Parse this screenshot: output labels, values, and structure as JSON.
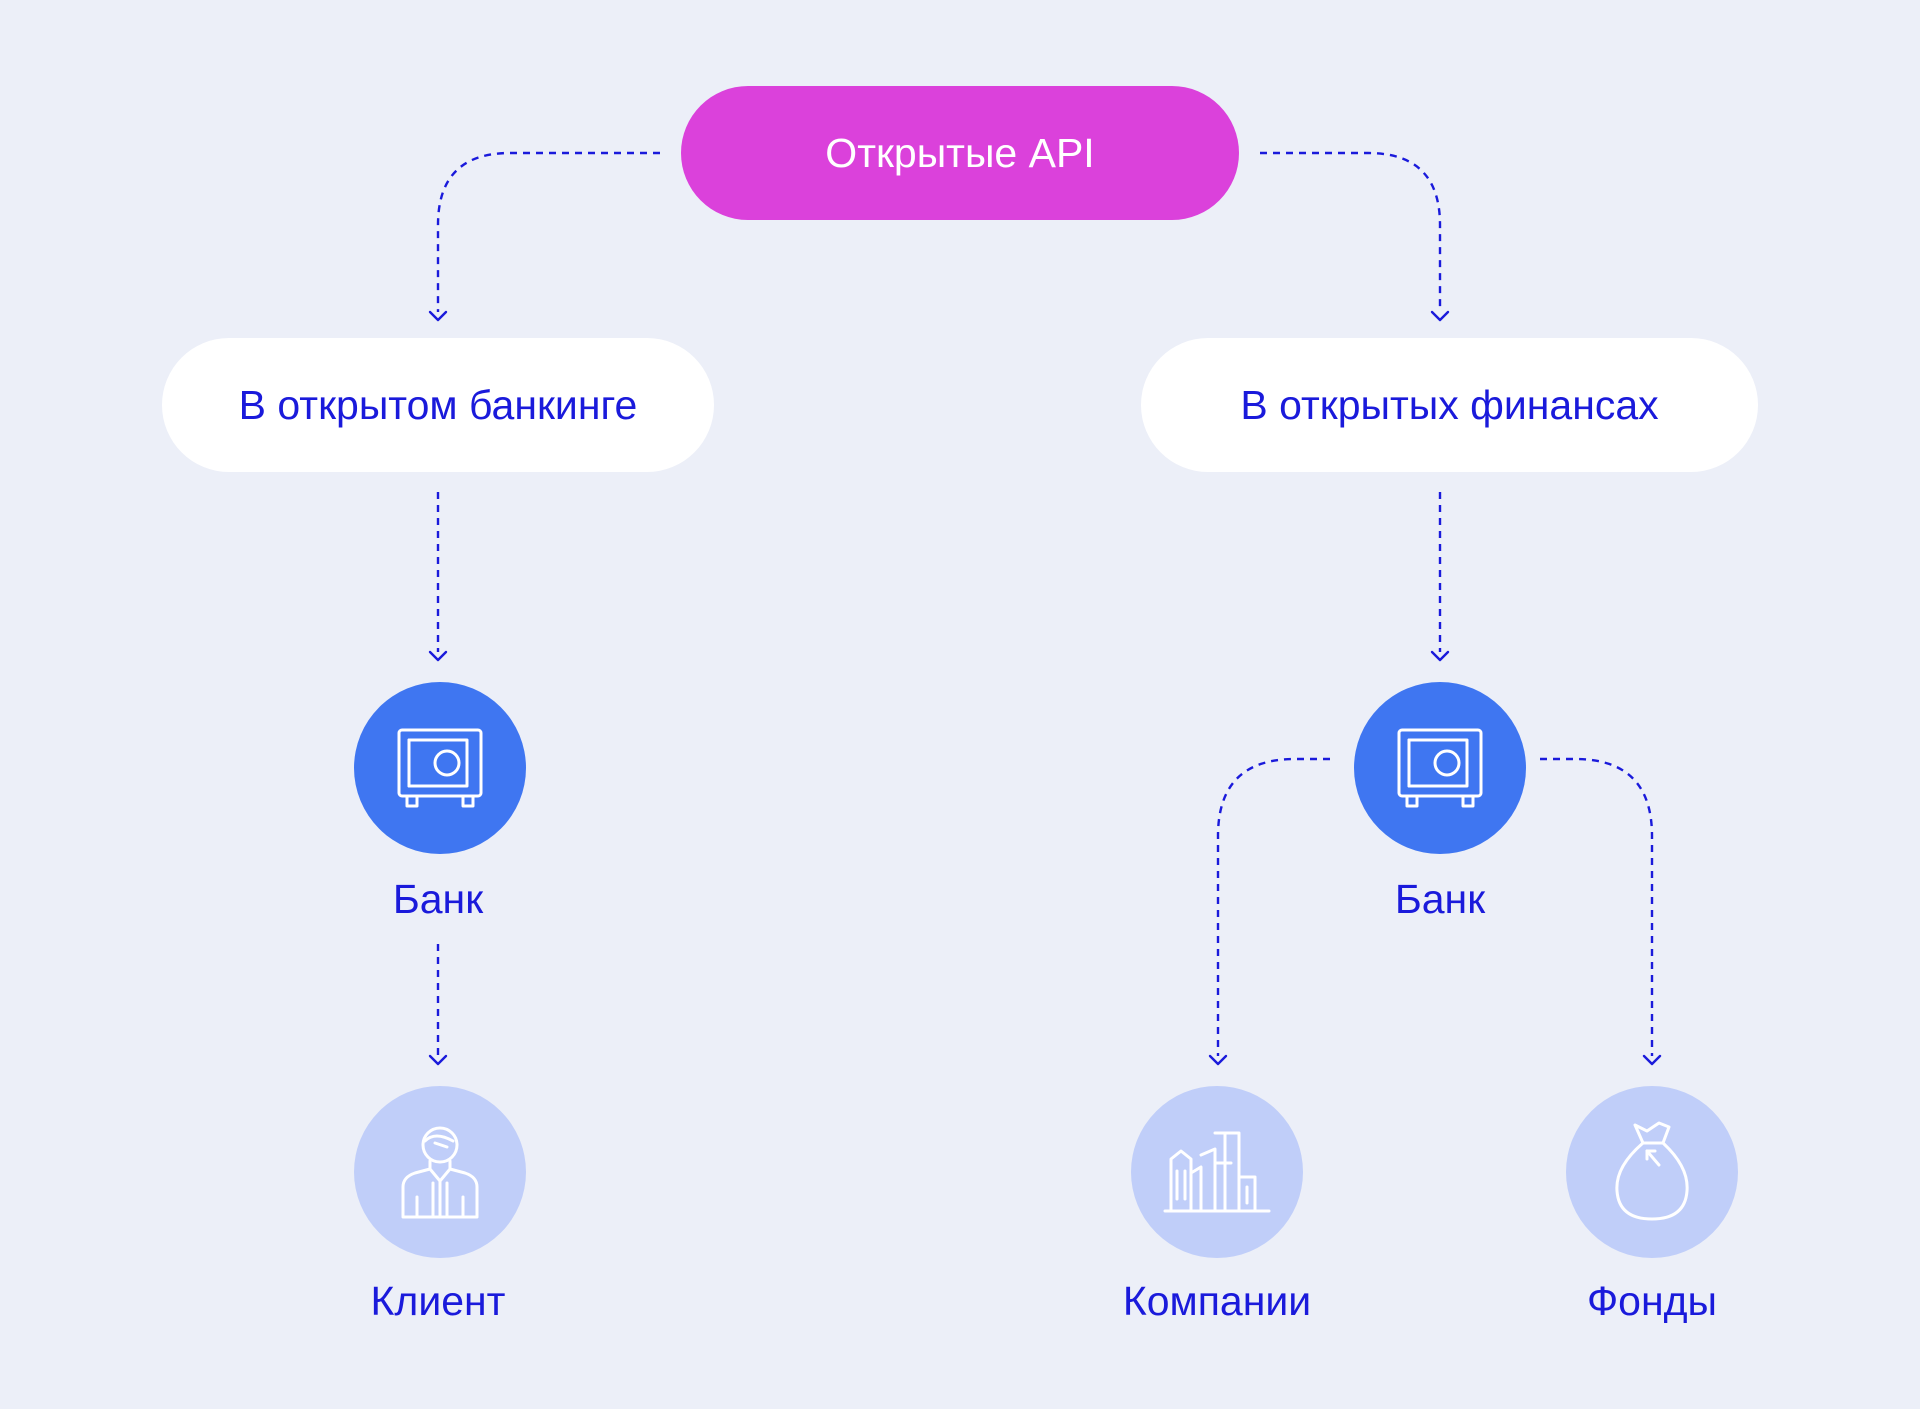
{
  "diagram": {
    "root": {
      "label": "Открытые API"
    },
    "branches": [
      {
        "label": "В открытом банкинге"
      },
      {
        "label": "В открытых финансах"
      }
    ],
    "nodes": {
      "left_bank": {
        "label": "Банк",
        "icon": "safe-icon"
      },
      "client": {
        "label": "Клиент",
        "icon": "person-icon"
      },
      "right_bank": {
        "label": "Банк",
        "icon": "safe-icon"
      },
      "companies": {
        "label": "Компании",
        "icon": "buildings-icon"
      },
      "funds": {
        "label": "Фонды",
        "icon": "money-bag-icon"
      }
    },
    "colors": {
      "background": "#eceff8",
      "root_fill": "#db41db",
      "branch_fill": "#ffffff",
      "bank_fill": "#3f76f1",
      "leaf_fill": "#c0cef9",
      "text_blue": "#1a1adb"
    }
  }
}
